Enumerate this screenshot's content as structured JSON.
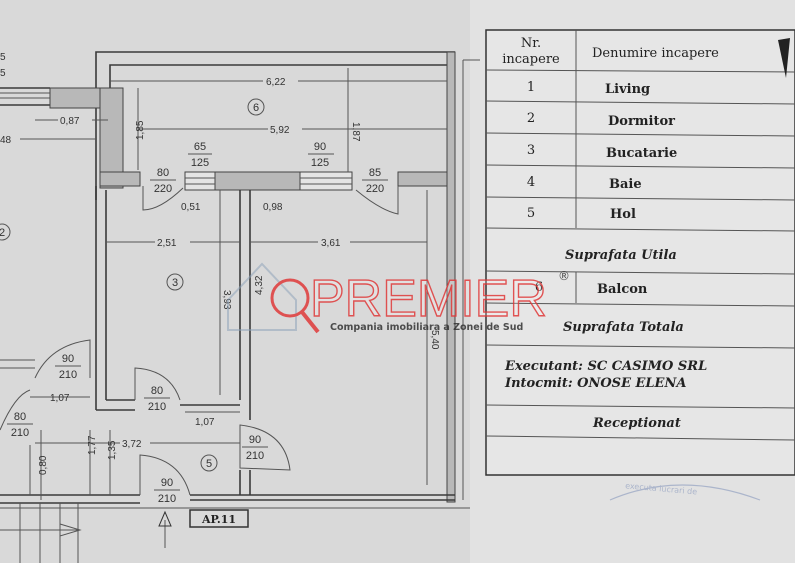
{
  "plan": {
    "dimensions": {
      "d622": "6,22",
      "d592": "5,92",
      "d087": "0,87",
      "d185": "1,85",
      "d187": "1,87",
      "d048": "48",
      "d051": "0,51",
      "d098": "0,98",
      "d251": "2,51",
      "d361": "3,61",
      "d393": "3,93",
      "d432": "4,32",
      "d540": "5,40",
      "d107a": "1,07",
      "d107b": "1,07",
      "d372": "3,72",
      "d177": "1,77",
      "d135": "1,35",
      "d080": "0,80",
      "d5top": "5",
      "d5bot": "5"
    },
    "openings": [
      {
        "w": "65",
        "h": "125"
      },
      {
        "w": "90",
        "h": "125"
      },
      {
        "w": "80",
        "h": "220"
      },
      {
        "w": "85",
        "h": "220"
      },
      {
        "w": "90",
        "h": "210"
      },
      {
        "w": "80",
        "h": "210"
      },
      {
        "w": "80",
        "h": "210"
      },
      {
        "w": "90",
        "h": "210"
      },
      {
        "w": "90",
        "h": "210"
      }
    ],
    "room_numbers": [
      "2",
      "3",
      "5",
      "6"
    ],
    "apartment_label": "AP.11"
  },
  "table": {
    "header_nr": [
      "Nr.",
      "incapere"
    ],
    "header_name": "Denumire incapere",
    "rows": [
      {
        "nr": "1",
        "name": "Living"
      },
      {
        "nr": "2",
        "name": "Dormitor"
      },
      {
        "nr": "3",
        "name": "Bucatarie"
      },
      {
        "nr": "4",
        "name": "Baie"
      },
      {
        "nr": "5",
        "name": "Hol"
      }
    ],
    "suprafata_utila": "Suprafata Utila",
    "balcony": {
      "nr": "6",
      "name": "Balcon"
    },
    "suprafata_totala": "Suprafata Totala",
    "executant": "Executant: SC CASIMO SRL",
    "intocmit": "Intocmit: ONOSE ELENA",
    "receptionat": "Receptionat"
  },
  "watermark": {
    "brand": "PREMIER",
    "registered": "®",
    "tagline": "Compania imobiliara a Zonei de Sud",
    "color": "#e03a3a"
  },
  "stamp_text": "executa lucrari de"
}
